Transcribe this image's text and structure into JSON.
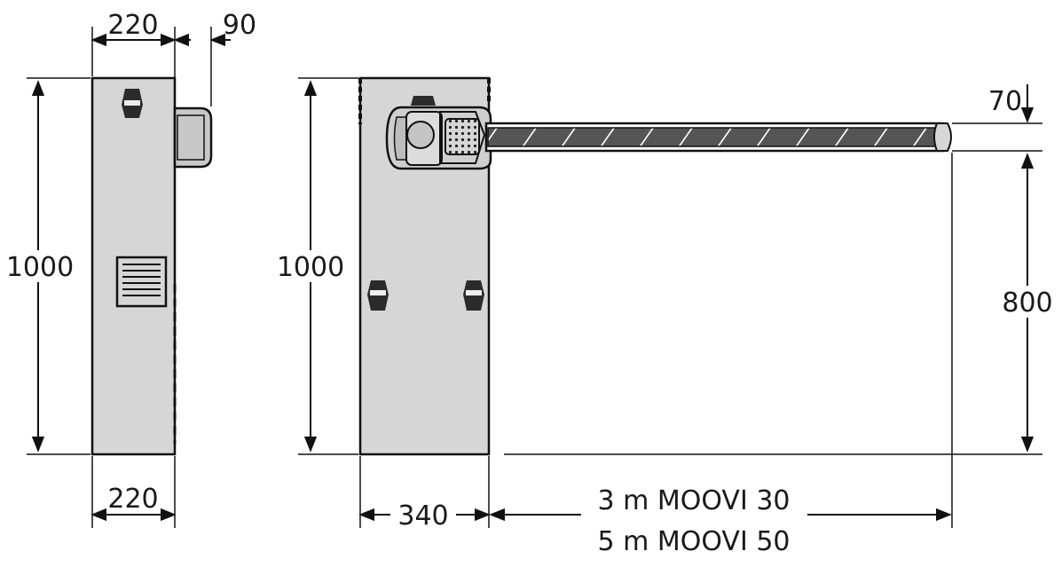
{
  "dimensions": {
    "left_top_width": "220",
    "left_top_protrusion": "90",
    "left_height": "1000",
    "left_bottom_width": "220",
    "right_height": "1000",
    "right_base_width": "340",
    "arm_thickness": "70",
    "arm_height": "800",
    "arm_length_1": "3 m MOOVI 30",
    "arm_length_2": "5 m MOOVI 50"
  },
  "colors": {
    "housing": "#d6d6d6",
    "outline": "#111111",
    "arm_stripe": "#2b2b2b"
  }
}
